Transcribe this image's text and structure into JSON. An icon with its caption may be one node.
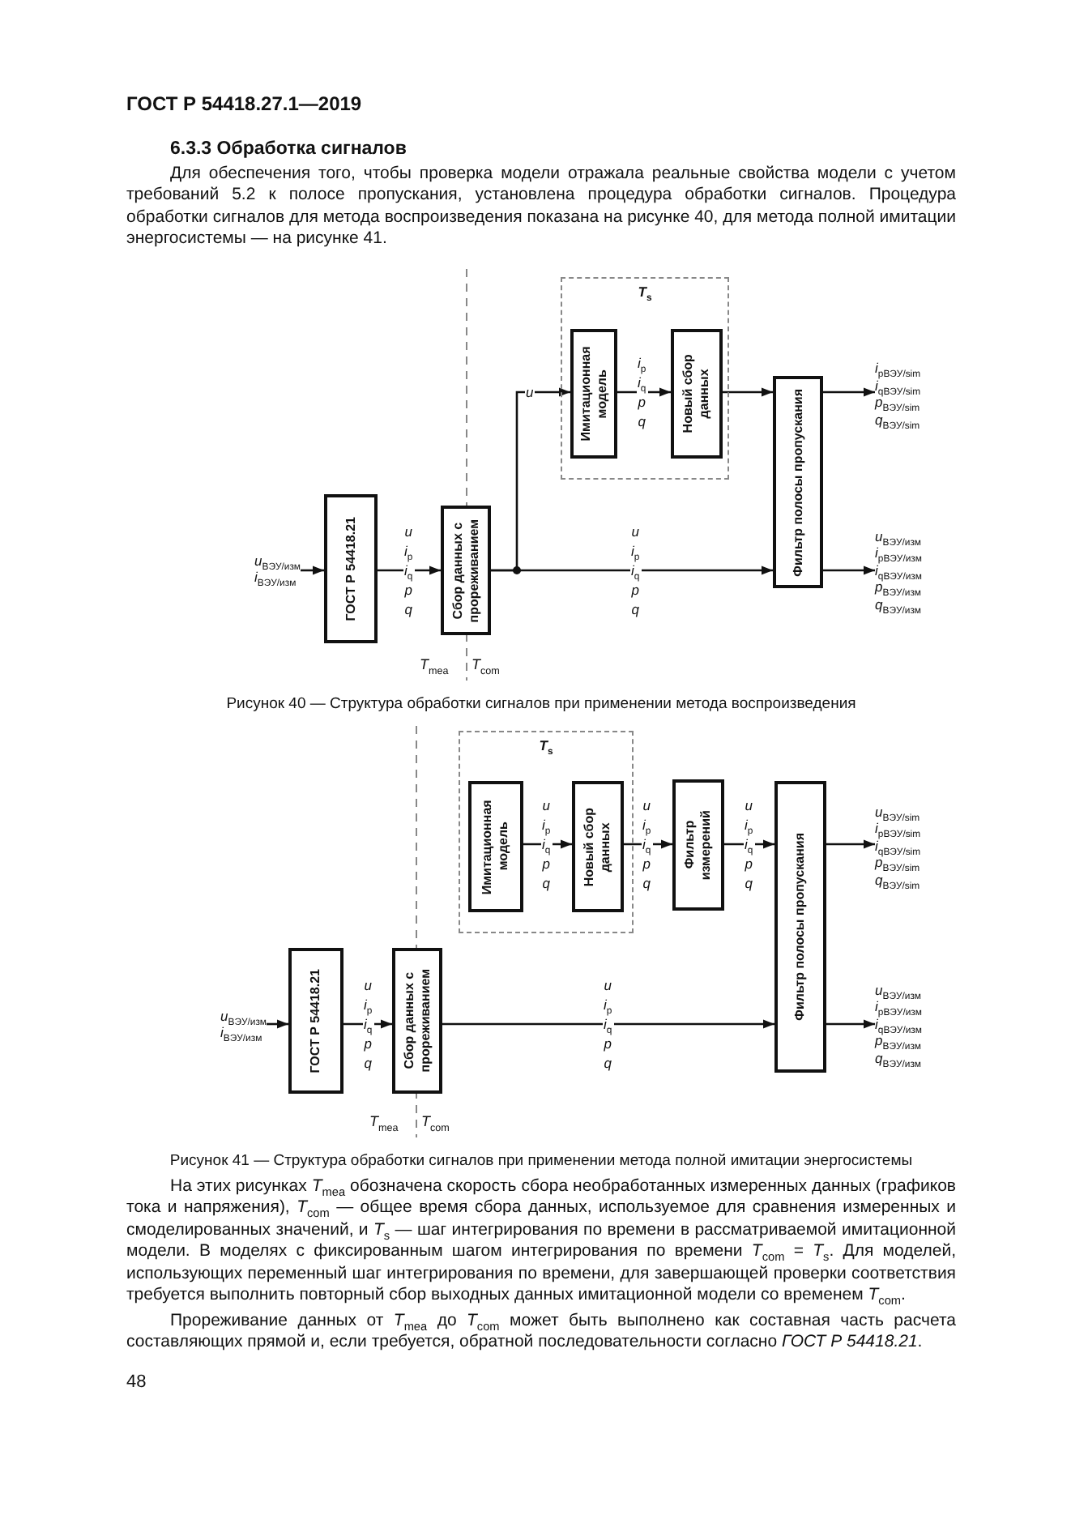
{
  "diagram": {
    "title": "6.3.3 Обработка сигналов",
    "nodes": [
      {
        "text": [
          "*u*$_{ВЭУ/изм}$",
          "*i*$_{ВЭУ/изм}$"
        ]
      },
      {
        "text": [
          "ГОСТ Р 54418.21"
        ]
      },
      {
        "text": [
          "Сбор данных с прореживанием"
        ]
      },
      {
        "text": [
          "*T*$_{s}$"
        ]
      },
      {
        "text": [
          "Имитационная модель"
        ],
        "in": 3
      },
      {
        "text": [
          "Новый сбор данных"
        ],
        "in": 3
      },
      {
        "text": [
          "Фильтр полосы пропускания"
        ]
      },
      {
        "text": [
          "*i*$_{pВЭУ/sim}$",
          "*i*$_{qВЭУ/sim}$",
          "*p*$_{ВЭУ/sim}$",
          "*q*$_{ВЭУ/sim}$"
        ]
      },
      {
        "text": [
          "*u*$_{ВЭУ/изм}$",
          "*i*$_{pВЭУ/изм}$",
          "*i*$_{qВЭУ/изм}$",
          "*p*$_{ВЭУ/изм}$",
          "*q*$_{ВЭУ/изм}$"
        ]
      },
      {
        "text": [
          "*u*$_{ВЭУ/изм}$",
          "*i*$_{ВЭУ/изм}$"
        ]
      },
      {
        "text": [
          "ГОСТ Р 54418.21"
        ]
      },
      {
        "text": [
          "Сбор данных с прореживанием"
        ]
      },
      {
        "text": [
          "*T*$_{s}$"
        ]
      },
      {
        "text": [
          "Имитационная модель"
        ],
        "in": 12
      },
      {
        "text": [
          "Новый сбор данных"
        ],
        "in": 12
      },
      {
        "text": [
          "Фильтр измерений"
        ]
      },
      {
        "text": [
          "Фильтр полосы пропускания"
        ]
      },
      {
        "text": [
          "*u*$_{ВЭУ/sim}$",
          "*i*$_{pВЭУ/sim}$",
          "*i*$_{qВЭУ/sim}$",
          "*p*$_{ВЭУ/sim}$",
          "*q*$_{ВЭУ/sim}$"
        ]
      },
      {
        "text": [
          "*u*$_{ВЭУ/изм}$",
          "*i*$_{pВЭУ/изм}$",
          "*i*$_{qВЭУ/изм}$",
          "*p*$_{ВЭУ/изм}$",
          "*q*$_{ВЭУ/изм}$"
        ]
      }
    ],
    "edges": [
      {
        "from": 0,
        "to": 1,
        "arrow": "to"
      },
      {
        "from": 1,
        "to": 2,
        "arrow": "to",
        "label": "*u* *i*$_{p}$ *i*$_{q}$ *p* *q*"
      },
      {
        "from": 2,
        "to": 4,
        "arrow": "to",
        "label": "*u*"
      },
      {
        "from": 2,
        "to": 6,
        "arrow": "to",
        "label": "*u* *i*$_{p}$ *i*$_{q}$ *p* *q*"
      },
      {
        "from": 4,
        "to": 5,
        "arrow": "to",
        "label": "*i*$_{p}$ *i*$_{q}$ *p* *q*"
      },
      {
        "from": 5,
        "to": 6,
        "arrow": "to"
      },
      {
        "from": 6,
        "to": 7,
        "arrow": "to"
      },
      {
        "from": 6,
        "to": 8,
        "arrow": "to"
      },
      {
        "from": 9,
        "to": 10,
        "arrow": "to"
      },
      {
        "from": 10,
        "to": 11,
        "arrow": "to",
        "label": "*u* *i*$_{p}$ *i*$_{q}$ *p* *q*"
      },
      {
        "from": 13,
        "to": 14,
        "arrow": "to",
        "label": "*u* *i*$_{p}$ *i*$_{q}$ *p* *q*"
      },
      {
        "from": 14,
        "to": 15,
        "arrow": "to",
        "label": "*u* *i*$_{p}$ *i*$_{q}$ *p* *q*"
      },
      {
        "from": 15,
        "to": 16,
        "arrow": "to",
        "label": "*u* *i*$_{p}$ *i*$_{q}$ *p* *q*"
      },
      {
        "from": 11,
        "to": 16,
        "arrow": "to",
        "label": "*u* *i*$_{p}$ *i*$_{q}$ *p* *q*"
      },
      {
        "from": 16,
        "to": 17,
        "arrow": "to"
      },
      {
        "from": 16,
        "to": 18,
        "arrow": "to"
      }
    ],
    "labels": [
      "ГОСТ Р 54418.27.1—2019",
      "Для обеспечения того, чтобы проверка модели отражала реальные свойства модели с учетом требований 5.2 к полосе пропускания, установлена процедура обработки сигналов. Процедура обработки сигналов для метода воспроизведения показана на рисунке 40, для метода полной имитации энергосистемы — на рисунке 41.",
      "*T*$_{mea}$",
      "*T*$_{com}$",
      "Рисунок 40 — Структура обработки сигналов при применении метода воспроизведения",
      "*T*$_{mea}$",
      "*T*$_{com}$",
      "Рисунок 41 — Структура обработки сигналов при применении метода полной имитации энергосистемы",
      "На этих рисунках *T*$_{mea}$ обозначена скорость сбора необработанных измеренных данных (графиков тока и напряжения), *T*$_{com}$ — общее время сбора данных, используемое для сравнения измеренных и смоделированных значений, и *T*$_{s}$ — шаг интегрирования по времени в рассматриваемой имитационной модели. В моделях с фиксированным шагом интегрирования по времени *T*$_{com}$ = *T*$_{s}$. Для моделей, использующих переменный шаг интегрирования по времени, для завершающей проверки соответствия требуется выполнить повторный сбор выходных данных имитационной модели со временем *T*$_{com}$.",
      "Прореживание данных от *T*$_{mea}$ до *T*$_{com}$ может быть выполнено как составная часть расчета составляющих прямой и, если требуется, обратной последовательности согласно *ГОСТ Р 54418.21*.",
      "48"
    ]
  }
}
